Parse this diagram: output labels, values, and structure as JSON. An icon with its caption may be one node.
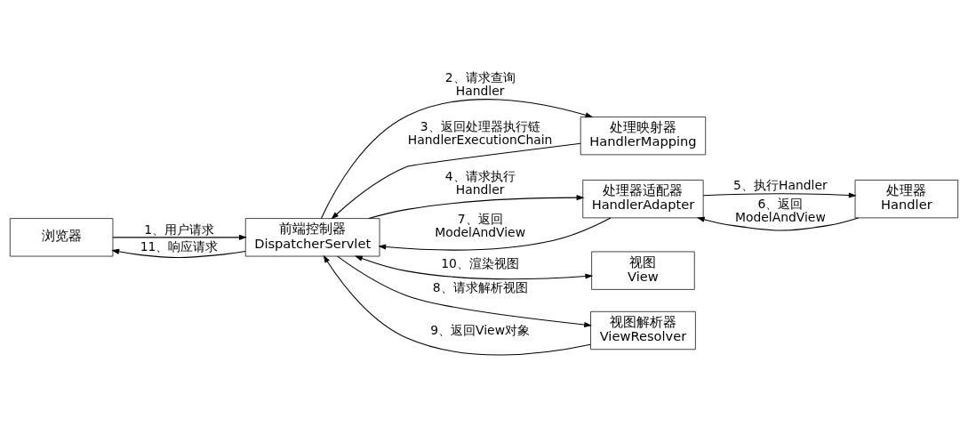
{
  "diagram": {
    "nodes": [
      {
        "text": [
          "浏览器"
        ]
      },
      {
        "text": [
          "前端控制器",
          "DispatcherServlet"
        ]
      },
      {
        "text": [
          "处理映射器",
          "HandlerMapping"
        ]
      },
      {
        "text": [
          "处理器适配器",
          "HandlerAdapter"
        ]
      },
      {
        "text": [
          "视图",
          "View"
        ]
      },
      {
        "text": [
          "视图解析器",
          "ViewResolver"
        ]
      },
      {
        "text": [
          "处理器",
          "Handler"
        ]
      }
    ],
    "edges": [
      {
        "from": 0,
        "to": 1,
        "arrow": "to",
        "label": "1、用户请求"
      },
      {
        "from": 1,
        "to": 0,
        "arrow": "to",
        "label": "11、响应请求"
      },
      {
        "from": 1,
        "to": 2,
        "arrow": "to",
        "label": "2、请求查询 Handler"
      },
      {
        "from": 2,
        "to": 1,
        "arrow": "to",
        "label": "3、返回处理器执行链 HandlerExecutionChain"
      },
      {
        "from": 1,
        "to": 3,
        "arrow": "to",
        "label": "4、请求执行 Handler"
      },
      {
        "from": 3,
        "to": 6,
        "arrow": "to",
        "label": "5、执行Handler"
      },
      {
        "from": 6,
        "to": 3,
        "arrow": "to",
        "label": "6、返回 ModelAndView"
      },
      {
        "from": 3,
        "to": 1,
        "arrow": "to",
        "label": "7、返回 ModelAndView"
      },
      {
        "from": 1,
        "to": 5,
        "arrow": "to",
        "label": "8、请求解析视图"
      },
      {
        "from": 5,
        "to": 1,
        "arrow": "to",
        "label": "9、返回View对象"
      },
      {
        "from": 1,
        "to": 4,
        "arrow": "both",
        "label": "10、渲染视图"
      }
    ]
  }
}
